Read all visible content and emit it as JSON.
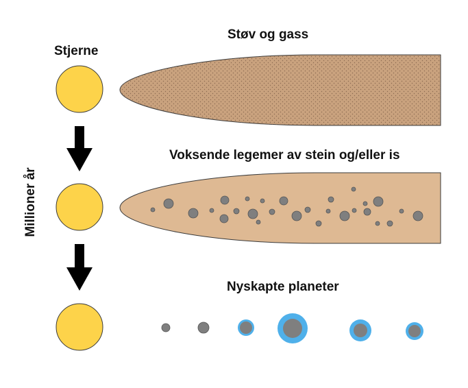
{
  "labels": {
    "star": "Stjerne",
    "dust_gas": "Støv og gass",
    "growing_bodies": "Voksende legemer av stein og/eller is",
    "new_planets": "Nyskapte planeter",
    "time_axis": "Millioner år"
  },
  "colors": {
    "star_fill": "#fdd34a",
    "star_stroke": "#3a3a3a",
    "dust_disk": "#c9a27e",
    "dust_dots": "#8c6b52",
    "growing_disk": "#deb993",
    "rock_body": "#7f7f7f",
    "planet_ice_ring": "#4fb0ea",
    "arrow": "#000000"
  },
  "icons": {
    "arrow": "down-arrow-icon"
  }
}
